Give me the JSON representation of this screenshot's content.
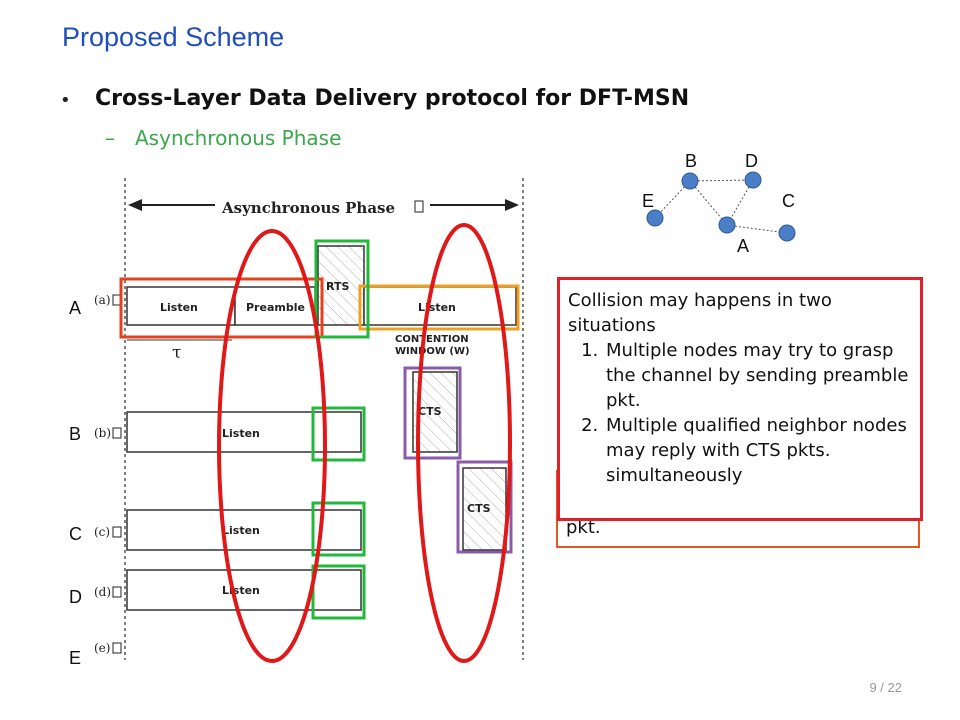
{
  "slide": {
    "title": "Proposed Scheme",
    "bullet": "Cross-Layer Data Delivery protocol for DFT-MSN",
    "bullet_marker": "•",
    "sub_bullet_marker": "–",
    "sub_bullet": "Asynchronous Phase",
    "page_number": "9 / 22"
  },
  "timing": {
    "header": "Asynchronous Phase",
    "tau": "τ",
    "contention_line1": "CONTENTION",
    "contention_line2": "WINDOW (W)",
    "rows": [
      {
        "node": "A",
        "tag": "(a)",
        "blocks": [
          "Listen",
          "Preamble",
          "RTS",
          "Listen"
        ]
      },
      {
        "node": "B",
        "tag": "(b)",
        "blocks": [
          "Listen",
          "CTS"
        ]
      },
      {
        "node": "C",
        "tag": "(c)",
        "blocks": [
          "Listen",
          "CTS"
        ]
      },
      {
        "node": "D",
        "tag": "(d)",
        "blocks": [
          "Listen"
        ]
      },
      {
        "node": "E",
        "tag": "(e)",
        "blocks": []
      }
    ]
  },
  "network": {
    "nodes": [
      "B",
      "D",
      "E",
      "C",
      "A"
    ]
  },
  "note": {
    "intro": "Collision may happens in two situations",
    "items": [
      "Multiple nodes may try to grasp the channel by sending preamble pkt.",
      "Multiple qualified neighbor nodes may reply with CTS pkts. simultaneously"
    ],
    "behind_text": "pkt."
  },
  "colors": {
    "title": "#1f4fb8",
    "sub_bullet": "#3aa84a",
    "collision_ellipse": "#e01818",
    "green_box": "#22b83a",
    "purple_box": "#8a5ca8",
    "orange_box": "#f0a020",
    "red_orange_box": "#e8401a",
    "node_fill": "#4a7fc8"
  }
}
